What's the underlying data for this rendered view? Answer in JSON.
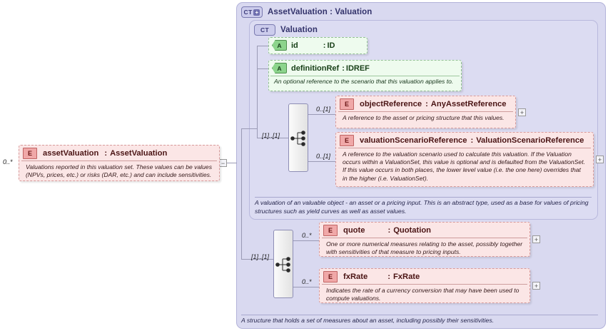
{
  "diagram": {
    "kind": "xsd-schema-diagram",
    "colors": {
      "container_bg": "#d9d9f0",
      "container_border": "#b3b3d9",
      "element_bg": "#fbe6e6",
      "element_border": "#d89a9a",
      "attribute_bg": "#eefbee",
      "attribute_border": "#93c193",
      "line": "#9a9ab5",
      "title_text": "#33336b"
    }
  },
  "root_element": {
    "icon": "element-icon",
    "icon_label": "E",
    "name": "assetValuation",
    "separator": ":",
    "type": "AssetValuation",
    "cardinality": "0..*",
    "description": "Valuations reported in this valuation set. These values can be values (NPVs, prices, etc.) or risks (DAR, etc.) and can include sensitivities.",
    "toggle": "−"
  },
  "complex_type": {
    "badge": "CT",
    "badge_plus": "+",
    "title": "AssetValuation : Valuation",
    "base_type": {
      "badge": "CT",
      "title": "Valuation",
      "attributes": [
        {
          "icon_label": "A",
          "name": "id",
          "separator": ":",
          "type": "ID",
          "description": null
        },
        {
          "icon_label": "A",
          "name": "definitionRef",
          "separator": ":",
          "type": "IDREF",
          "description": "An optional reference to the scenario that this valuation applies to."
        }
      ],
      "sequence": {
        "icon": "sequence-icon",
        "cardinality": "[1]..[1]"
      },
      "elements": [
        {
          "icon_label": "E",
          "name": "objectReference",
          "separator": ":",
          "type": "AnyAssetReference",
          "cardinality": "0..[1]",
          "description": "A reference to the asset or pricing structure that this values.",
          "toggle": "+"
        },
        {
          "icon_label": "E",
          "name": "valuationScenarioReference",
          "separator": ":",
          "type": "ValuationScenarioReference",
          "cardinality": "0..[1]",
          "description": "A reference to the valuation scenario used to calculate this valuation. If the Valuation occurs within a ValuationSet, this value is optional and is defaulted from the ValuationSet. If this value occurs in both places, the lower level value (i.e. the one here) overrides that in the higher (i.e. ValuationSet).",
          "toggle": "+"
        }
      ],
      "description": "A valuation of an valuable object - an asset or a pricing input. This is an abstract type, used as a base for values of pricing structures such as yield curves as well as asset values."
    },
    "sequence": {
      "icon": "sequence-icon",
      "cardinality": "[1]..[1]"
    },
    "elements": [
      {
        "icon_label": "E",
        "name": "quote",
        "separator": ":",
        "type": "Quotation",
        "cardinality": "0..*",
        "description": "One or more numerical measures relating to the asset, possibly together with sensitivities of that measure to pricing inputs.",
        "toggle": "+"
      },
      {
        "icon_label": "E",
        "name": "fxRate",
        "separator": ":",
        "type": "FxRate",
        "cardinality": "0..*",
        "description": "Indicates the rate of a currency conversion that may have been used to compute valuations.",
        "toggle": "+"
      }
    ],
    "description": "A structure that holds a set of measures about an asset, including possibly their sensitivities."
  }
}
